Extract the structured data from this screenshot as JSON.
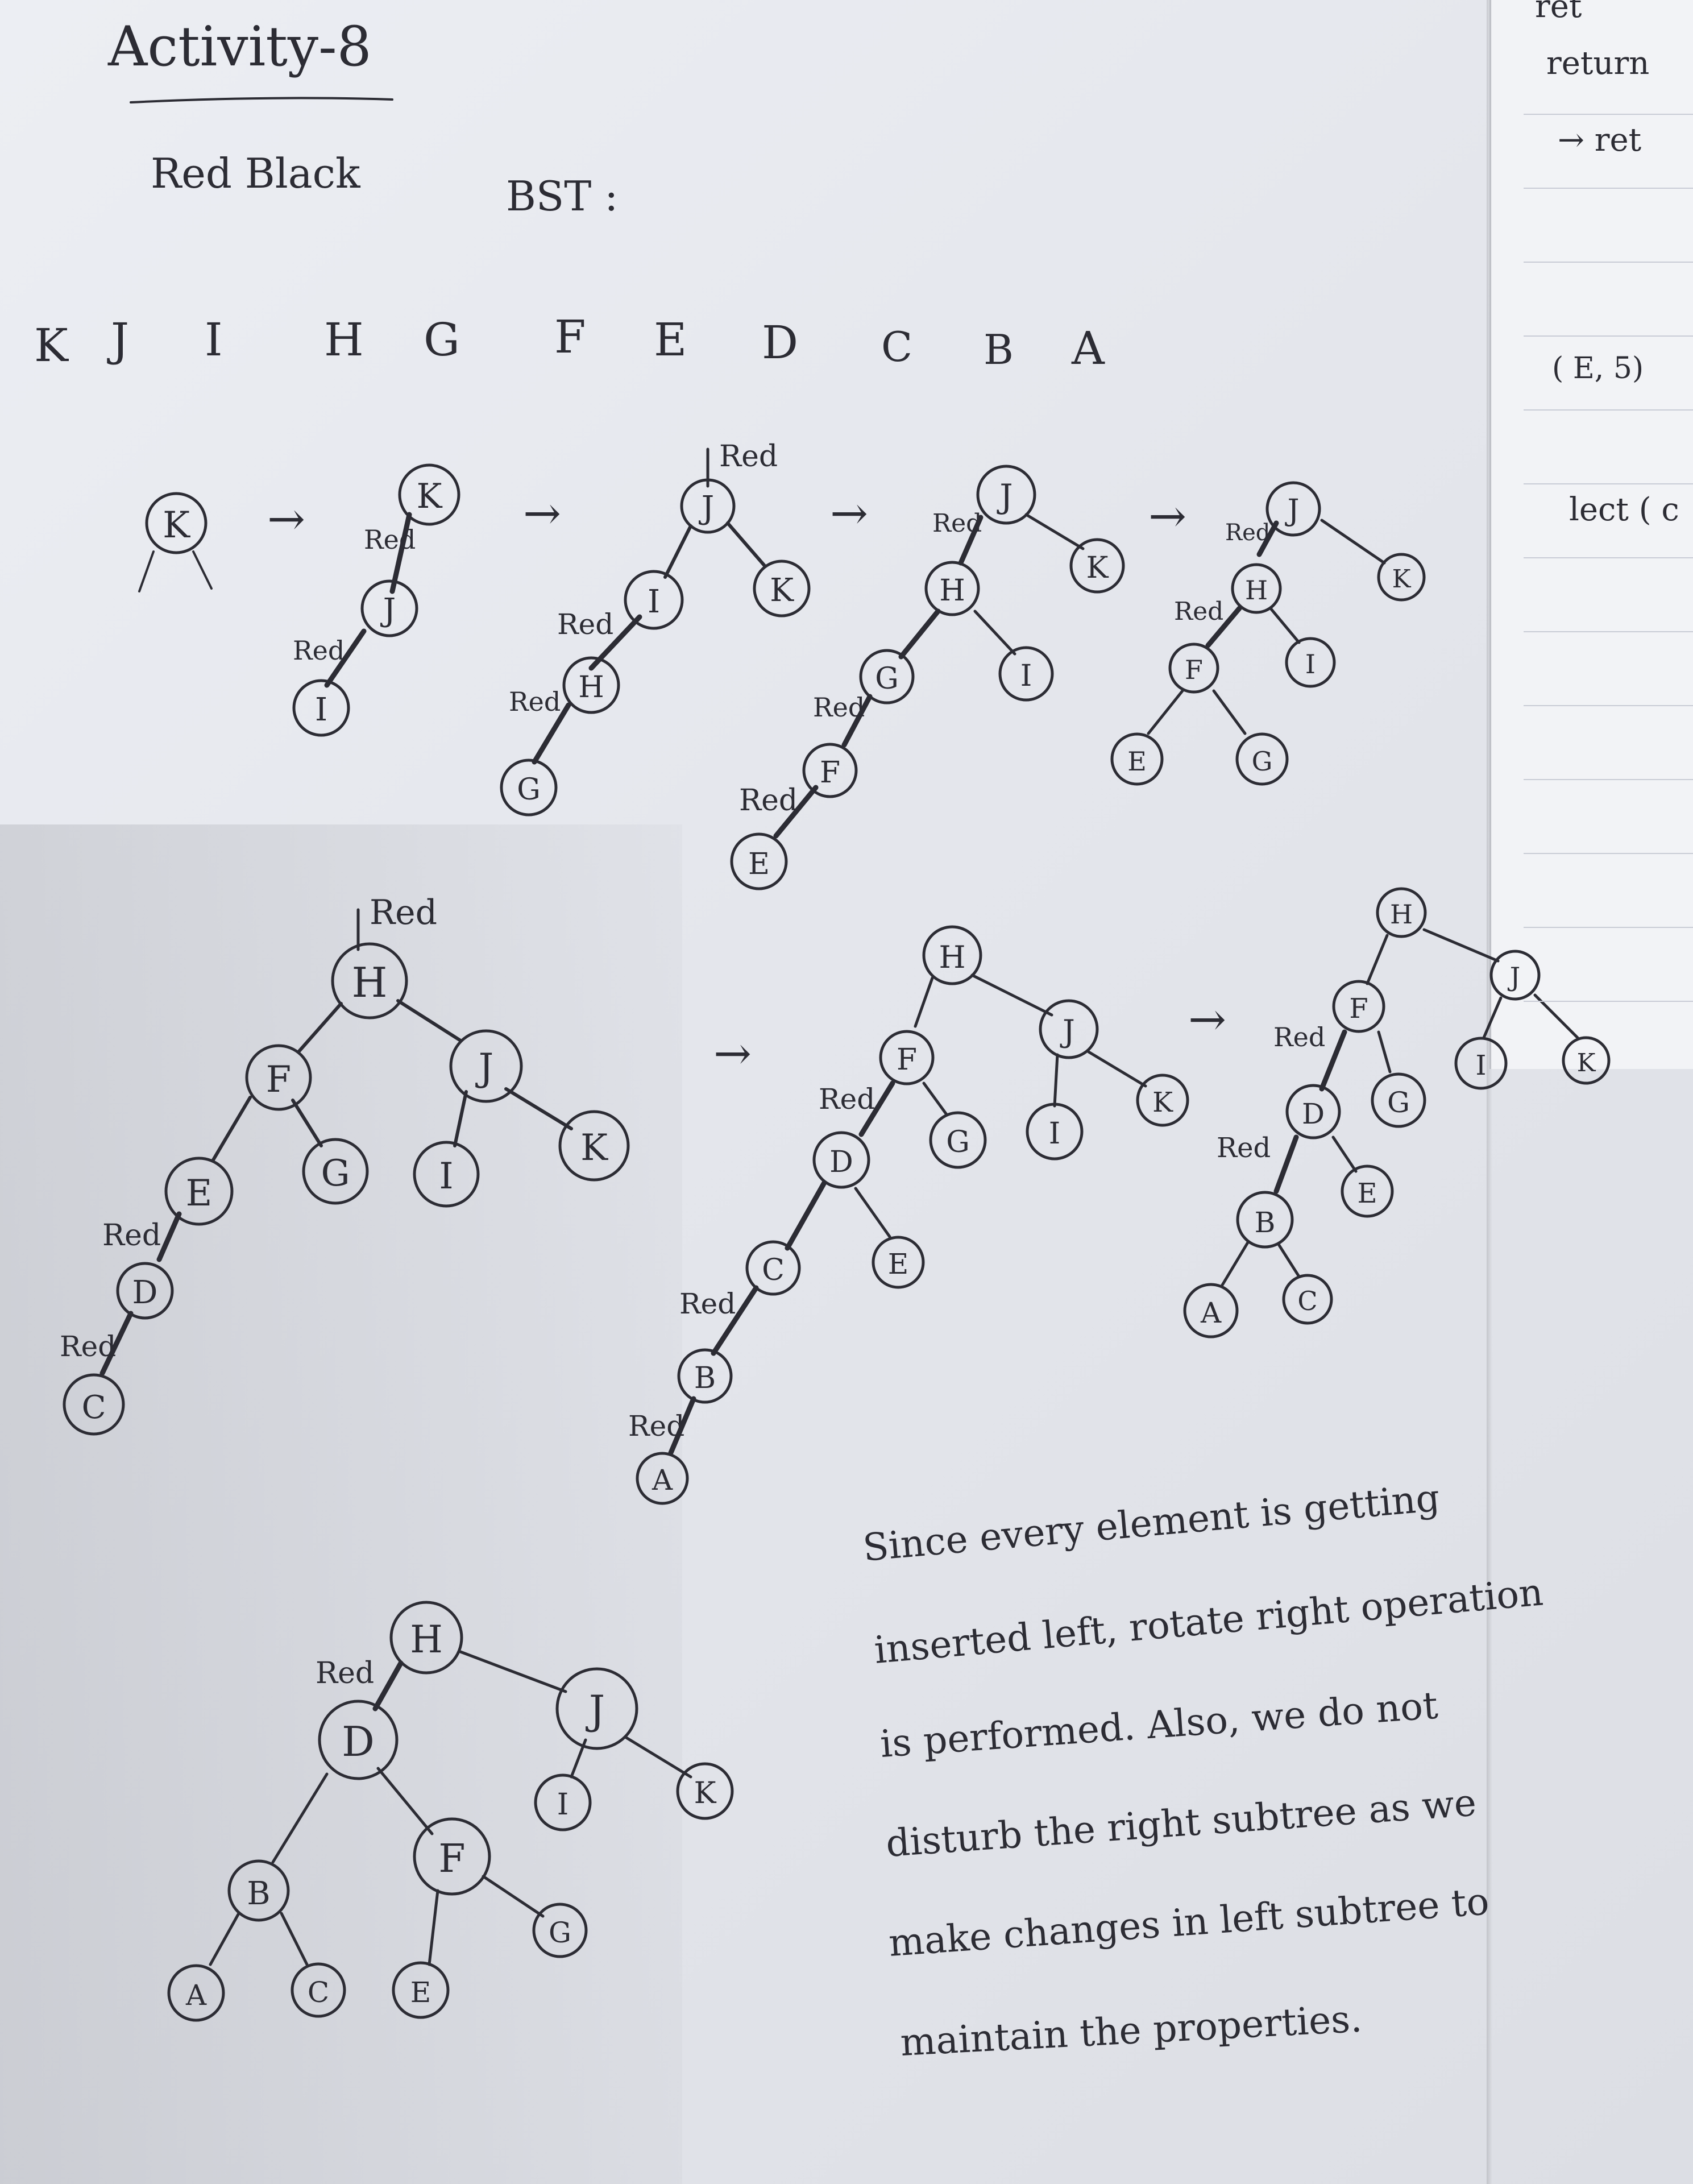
{
  "heading": {
    "title": "Activity-8",
    "subtitle_part1": "Red Black",
    "subtitle_part2": "BST :"
  },
  "insert_order": [
    "K",
    "J",
    "I",
    "H",
    "G",
    "F",
    "E",
    "D",
    "C",
    "B",
    "A"
  ],
  "color_label": "Red",
  "arrow": "→",
  "explanation_lines": [
    "Since every element is getting",
    "inserted left, rotate right operation",
    "is performed. Also, we do not",
    "disturb the right subtree as we",
    "make changes in left subtree to",
    "maintain the properties."
  ],
  "margin_notes": [
    "ret",
    "return",
    "→ ret",
    "( E, 5)",
    "lect ( c"
  ]
}
